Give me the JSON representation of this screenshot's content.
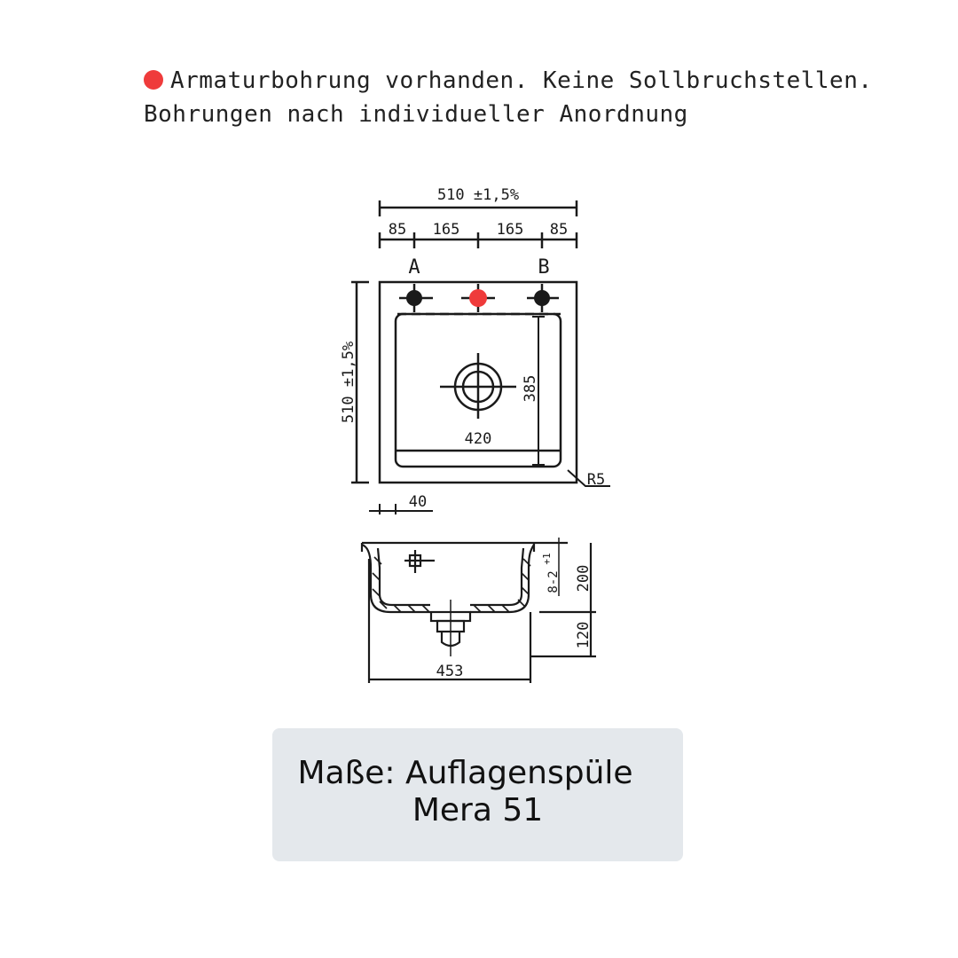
{
  "note": {
    "line1": "Armaturbohrung vorhanden. Keine Sollbruchstellen.",
    "line2": "Bohrungen nach individueller Anordnung",
    "dot_color": "#ef3b3b"
  },
  "top_view": {
    "overall_width": "510 ±1,5%",
    "segments": [
      "85",
      "165",
      "165",
      "85"
    ],
    "hole_a": "A",
    "hole_b": "B",
    "overall_depth": "510 ±1,5%",
    "bowl_depth": "385",
    "bowl_width": "420",
    "corner_radius": "R5",
    "rim_width": "40"
  },
  "side_view": {
    "depth": "200",
    "tolerance": "8-2",
    "tolerance_plus": "+1",
    "drain_height": "120",
    "bottom_width": "453"
  },
  "caption": {
    "line1": "Maße: Auflagenspüle",
    "line2": "Mera 51",
    "background": "#e4e8ec"
  }
}
